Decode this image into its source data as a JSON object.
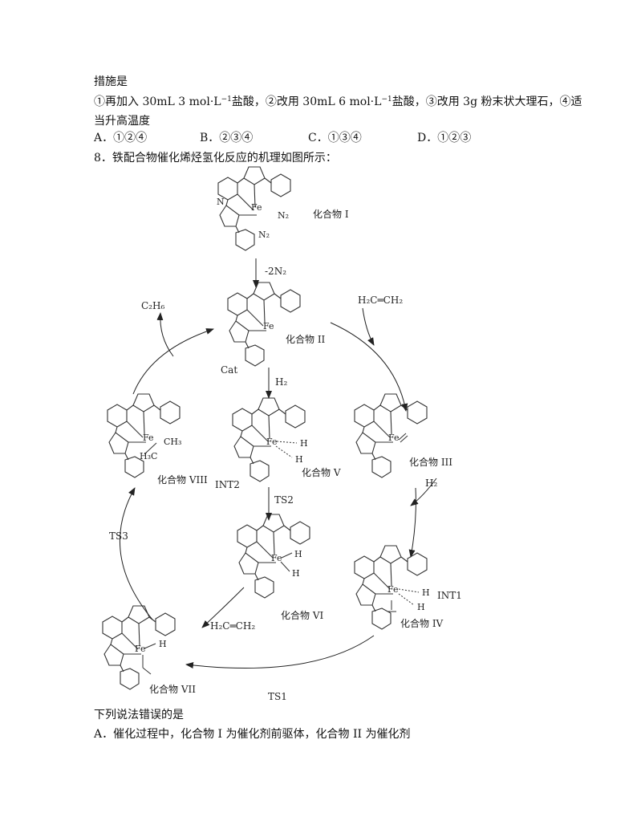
{
  "text": {
    "line1": "措施是",
    "line2_a": "①再加入 30mL 3 mol·L",
    "line2_sup1": "−1",
    "line2_b": "盐酸，②改用 30mL 6 mol·L",
    "line2_sup2": "−1",
    "line2_c": "盐酸，③改用 3g 粉末状大理石，④适",
    "line3": "当升高温度",
    "options": [
      "A．①②④",
      "B．②③④",
      "C．①③④",
      "D．①②③"
    ],
    "question8": "8．铁配合物催化烯烃氢化反应的机理如图所示：",
    "prompt": "下列说法错误的是",
    "answerA": "A．催化过程中，化合物 I 为催化剂前驱体，化合物 II 为催化剂"
  },
  "diagram": {
    "compounds": {
      "c1": "化合物 I",
      "c2": "化合物 II",
      "c3": "化合物 III",
      "c4": "化合物 IV",
      "c5": "化合物 V",
      "c6": "化合物 VI",
      "c7": "化合物 VII",
      "c8": "化合物 VIII"
    },
    "labels": {
      "minus_n2": "-2N₂",
      "c2h6": "C₂H₆",
      "ethylene": "H₂C═CH₂",
      "ethylene2": "H₂C═CH₂",
      "h2_1": "H₂",
      "h2_2": "H₂",
      "ts1": "TS1",
      "ts2": "TS2",
      "ts3": "TS3",
      "int1": "INT1",
      "int2": "INT2",
      "cat": "Cat",
      "fe": "Fe",
      "n": "N",
      "n2": "N₂",
      "h": "H",
      "ch3": "CH₃",
      "h3c": "H₃C"
    }
  }
}
